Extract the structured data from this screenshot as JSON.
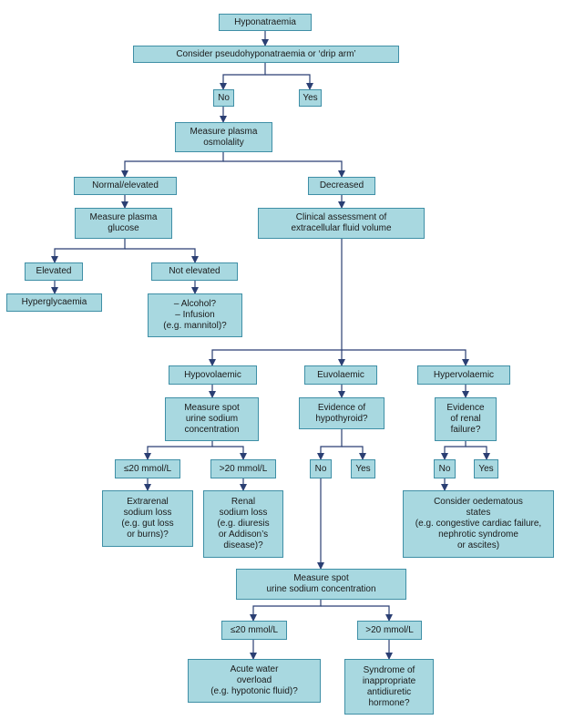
{
  "colors": {
    "box_fill": "#a8d8e0",
    "box_border": "#3f8fa6",
    "connector": "#2b3f73"
  },
  "nodes": {
    "hyponatraemia": "Hyponatraemia",
    "pseudo": "Consider pseudohyponatraemia or ‘drip arm’",
    "no1": "No",
    "yes1": "Yes",
    "osmolality": "Measure plasma\nosmolality",
    "normal_elevated": "Normal/elevated",
    "decreased": "Decreased",
    "glucose": "Measure plasma\nglucose",
    "ecf": "Clinical assessment of\nextracellular fluid volume",
    "elevated": "Elevated",
    "not_elevated": "Not elevated",
    "hyperglycaemia": "Hyperglycaemia",
    "alcohol": "– Alcohol?\n– Infusion\n(e.g. mannitol)?",
    "hypovolaemic": "Hypovolaemic",
    "euvolaemic": "Euvolaemic",
    "hypervolaemic": "Hypervolaemic",
    "spot_sodium1": "Measure spot\nurine sodium\nconcentration",
    "hypothyroid": "Evidence of\nhypothyroid?",
    "renal_failure": "Evidence\nof renal\nfailure?",
    "le20_1": "≤20 mmol/L",
    "gt20_1": ">20 mmol/L",
    "no2": "No",
    "yes2": "Yes",
    "no3": "No",
    "yes3": "Yes",
    "extrarenal": "Extrarenal\nsodium loss\n(e.g. gut loss\nor burns)?",
    "renal_loss": "Renal\nsodium loss\n(e.g. diuresis\nor Addison’s\ndisease)?",
    "oedematous": "Consider oedematous\nstates\n(e.g. congestive cardiac failure,\nnephrotic syndrome\nor ascites)",
    "spot_sodium2": "Measure spot\nurine sodium concentration",
    "le20_2": "≤20 mmol/L",
    "gt20_2": ">20 mmol/L",
    "water_overload": "Acute water\noverload\n(e.g. hypotonic fluid)?",
    "siadh": "Syndrome of\ninappropriate\nantidiuretic\nhormone?"
  }
}
